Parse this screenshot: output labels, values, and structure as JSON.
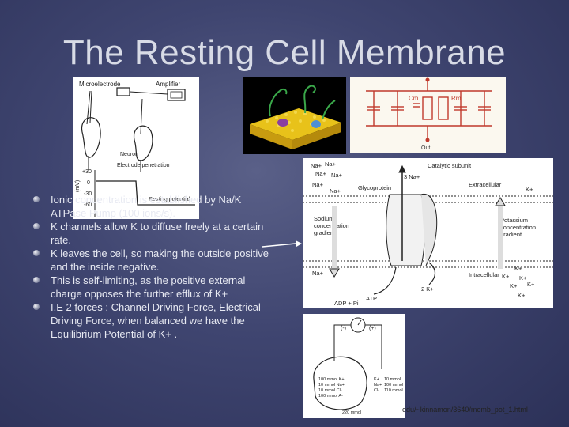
{
  "title": "The Resting Cell Membrane",
  "bullets": [
    "Ionic concentration is established by Na/K ATPase Pump (100 ions/s).",
    "K channels allow K to diffuse freely at a certain rate.",
    "K leaves the cell, so making the outside positive and the inside negative.",
    "This is self-limiting, as the positive external charge opposes the further efflux of K+",
    "I.E 2 forces : Channel Driving Force, Electrical Driving Force, when balanced we have the Equilibrium Potential of K+ ."
  ],
  "microelectrode_figure": {
    "microelectrode": "Microelectrode",
    "amplifier": "Amplifier",
    "neuron": "Neuron",
    "axis_label": "(mV)",
    "ticks": [
      "+30",
      "0",
      "-30",
      "-60"
    ],
    "electrode_penetration": "Electrode penetration",
    "resting_potential": "Resting potential"
  },
  "circuit_figure": {
    "cm": "Cm",
    "rm": "Rm",
    "out": "Out"
  },
  "pump_figure": {
    "na_ions": "Na+",
    "catalytic_subunit": "Catalytic subunit",
    "three_na": "3 Na+",
    "glycoprotein": "Glycoprotein",
    "extracellular": "Extracellular",
    "k_plus": "K+",
    "sodium_gradient": "Sodium concentration gradient",
    "potassium_gradient": "Potassium concentration gradient",
    "intracellular": "Intracellular",
    "atp": "ATP",
    "two_k": "2 K+",
    "adp": "ADP + Pi"
  },
  "cell_figure": {
    "minus_label": "(-)",
    "plus_label": "(+)",
    "inside": [
      "100 mmol K+",
      "10 mmol Na+",
      "10 mmol Cl-",
      "100 mmol A-"
    ],
    "outside_ions": [
      "K+",
      "Na+",
      "Cl-"
    ],
    "outside_vals": [
      "10 mmol",
      "100 mmol",
      "110 mmol"
    ],
    "bottom": "220 mmol"
  },
  "url": "edu/~kinnamon/3640/memb_pot_1.html",
  "colors": {
    "background": "#3f4570",
    "title": "#d8dbe6",
    "text": "#e7e9f2",
    "membrane_heads": "#e8c21a",
    "circuit_red": "#c0392b"
  }
}
